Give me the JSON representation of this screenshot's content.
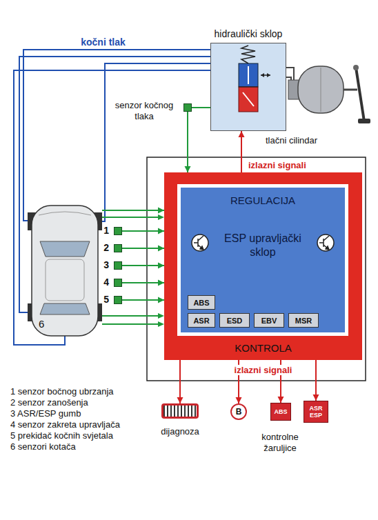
{
  "diagram": {
    "nodes": [
      {
        "text": [
          "hidraulički sklop"
        ]
      },
      {
        "text": [
          "senzor kočnog tlaka"
        ]
      },
      {
        "text": [
          "KONTROLA",
          "izlazni signali"
        ]
      },
      {
        "text": [
          "REGULACIJA",
          "ESP upravljački sklop"
        ],
        "in": 2
      },
      {
        "text": [
          "ABS"
        ],
        "in": 3
      },
      {
        "text": [
          "ASR"
        ],
        "in": 3
      },
      {
        "text": [
          "ESD"
        ],
        "in": 3
      },
      {
        "text": [
          "EBV"
        ],
        "in": 3
      },
      {
        "text": [
          "MSR"
        ],
        "in": 3
      },
      {
        "text": [
          "1"
        ]
      },
      {
        "text": [
          "2"
        ]
      },
      {
        "text": [
          "3"
        ]
      },
      {
        "text": [
          "4"
        ]
      },
      {
        "text": [
          "5"
        ]
      },
      {
        "text": [
          "6"
        ]
      },
      {
        "text": [
          "dijagnoza"
        ]
      },
      {
        "text": [
          "B"
        ]
      },
      {
        "text": [
          "ABS"
        ]
      },
      {
        "text": [
          "ASR ESP"
        ]
      }
    ],
    "edges": [
      {
        "from": 0,
        "to": 14,
        "label": "kočni tlak",
        "arrow": "none"
      },
      {
        "from": 1,
        "to": 2,
        "arrow": "to"
      },
      {
        "from": 2,
        "to": 0,
        "label": "izlazni signali",
        "arrow": "to"
      },
      {
        "from": 9,
        "to": 2,
        "arrow": "to"
      },
      {
        "from": 10,
        "to": 2,
        "arrow": "to"
      },
      {
        "from": 11,
        "to": 2,
        "arrow": "to"
      },
      {
        "from": 12,
        "to": 2,
        "arrow": "to"
      },
      {
        "from": 13,
        "to": 2,
        "arrow": "to"
      },
      {
        "from": 14,
        "to": 2,
        "arrow": "to"
      },
      {
        "from": 2,
        "to": 15,
        "arrow": "to"
      },
      {
        "from": 2,
        "to": 16,
        "arrow": "to"
      },
      {
        "from": 2,
        "to": 17,
        "arrow": "to"
      },
      {
        "from": 2,
        "to": 18,
        "arrow": "to"
      }
    ],
    "labels": [
      "tlačni cilindar",
      "kontrolne žaruljice",
      "1 senzor bočnog ubrzanja",
      "2 senzor zanošenja",
      "3 ASR/ESP gumb",
      "4 senzor zakreta upravljača",
      "5 prekidač kočnih svjetala",
      "6 senzori kotača"
    ]
  }
}
